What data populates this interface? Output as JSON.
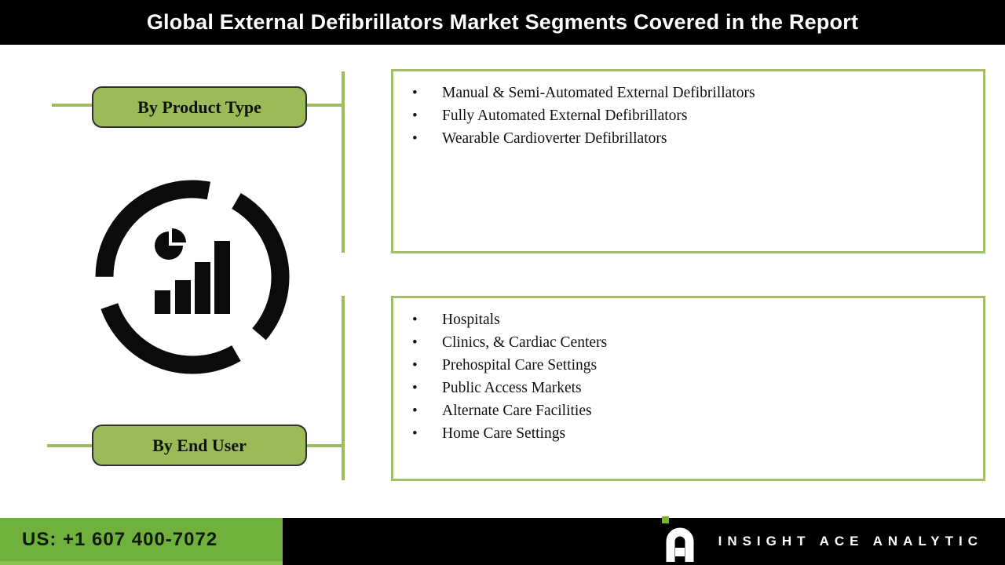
{
  "header": {
    "title": "Global External Defibrillators Market Segments Covered in the Report"
  },
  "segments": [
    {
      "label": "By Product Type",
      "items": [
        "Manual & Semi-Automated External Defibrillators",
        "Fully Automated External Defibrillators",
        "Wearable Cardioverter Defibrillators"
      ]
    },
    {
      "label": "By End User",
      "items": [
        "Hospitals",
        "Clinics, & Cardiac Centers",
        "Prehospital Care Settings",
        "Public Access Markets",
        "Alternate Care Facilities",
        "Home Care Settings"
      ]
    }
  ],
  "footer": {
    "phone": "US: +1 607 400-7072",
    "brand": "INSIGHT ACE ANALYTIC"
  },
  "icons": {
    "center_icon": "market-analytics-pie-bar-chart-icon",
    "logo_icon": "insight-ace-a-logo"
  },
  "colors": {
    "header_bg": "#000000",
    "olive_button": "#9bbb59",
    "olive_line": "#9dbc5f",
    "box_border": "#a2be6a",
    "footer_green": "#6fb13c",
    "footer_green_light": "#8cc14c",
    "logo_green": "#76b82a",
    "icon_black": "#0b0b0b"
  }
}
